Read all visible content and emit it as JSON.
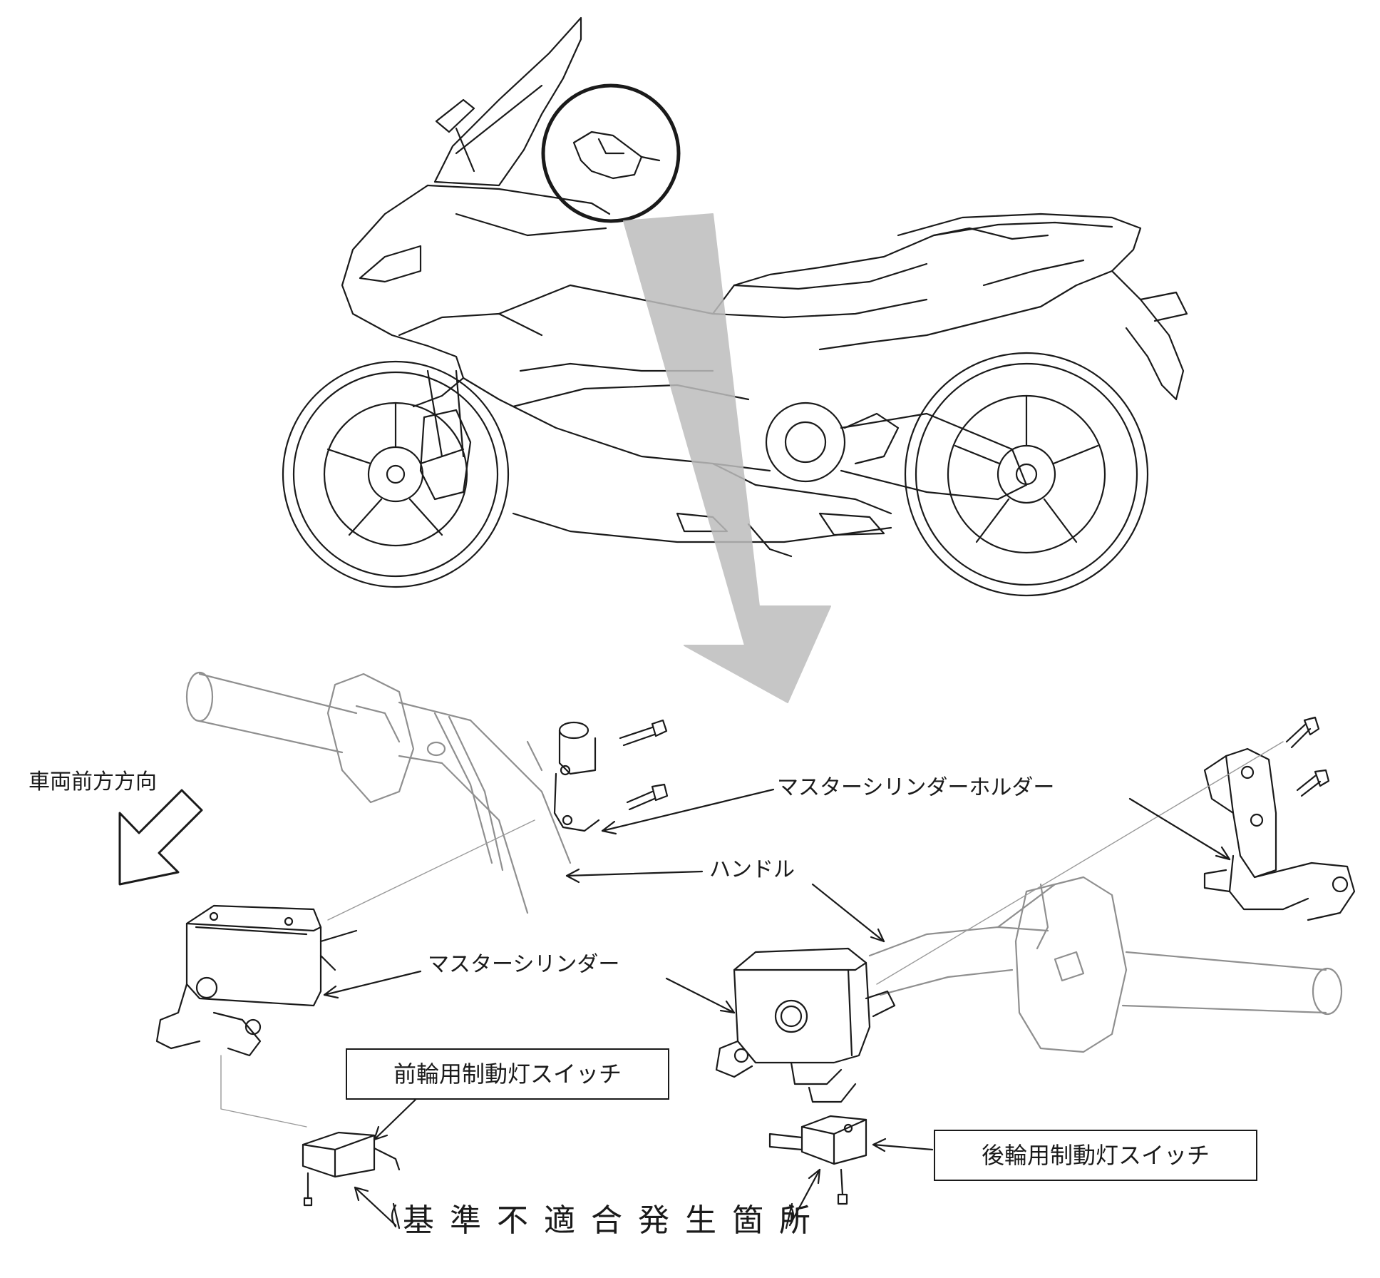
{
  "labels": {
    "front_direction": "車両前方方向",
    "master_cylinder_holder": "マスターシリンダーホルダー",
    "handle": "ハンドル",
    "master_cylinder": "マスターシリンダー",
    "front_brake_light_switch": "前輪用制動灯スイッチ",
    "rear_brake_light_switch": "後輪用制動灯スイッチ",
    "nonconformity_location": "基準不適合発生箇所"
  },
  "icons": {
    "direction": "arrow-down-left-icon",
    "focus_circle": "detail-circle-icon",
    "zoom": "zoom-arrow-icon"
  },
  "colors": {
    "ink": "#1a1a1a",
    "faded_ink": "#9a9a9a",
    "zoom_fill": "#bdbdbd",
    "background": "#ffffff"
  }
}
